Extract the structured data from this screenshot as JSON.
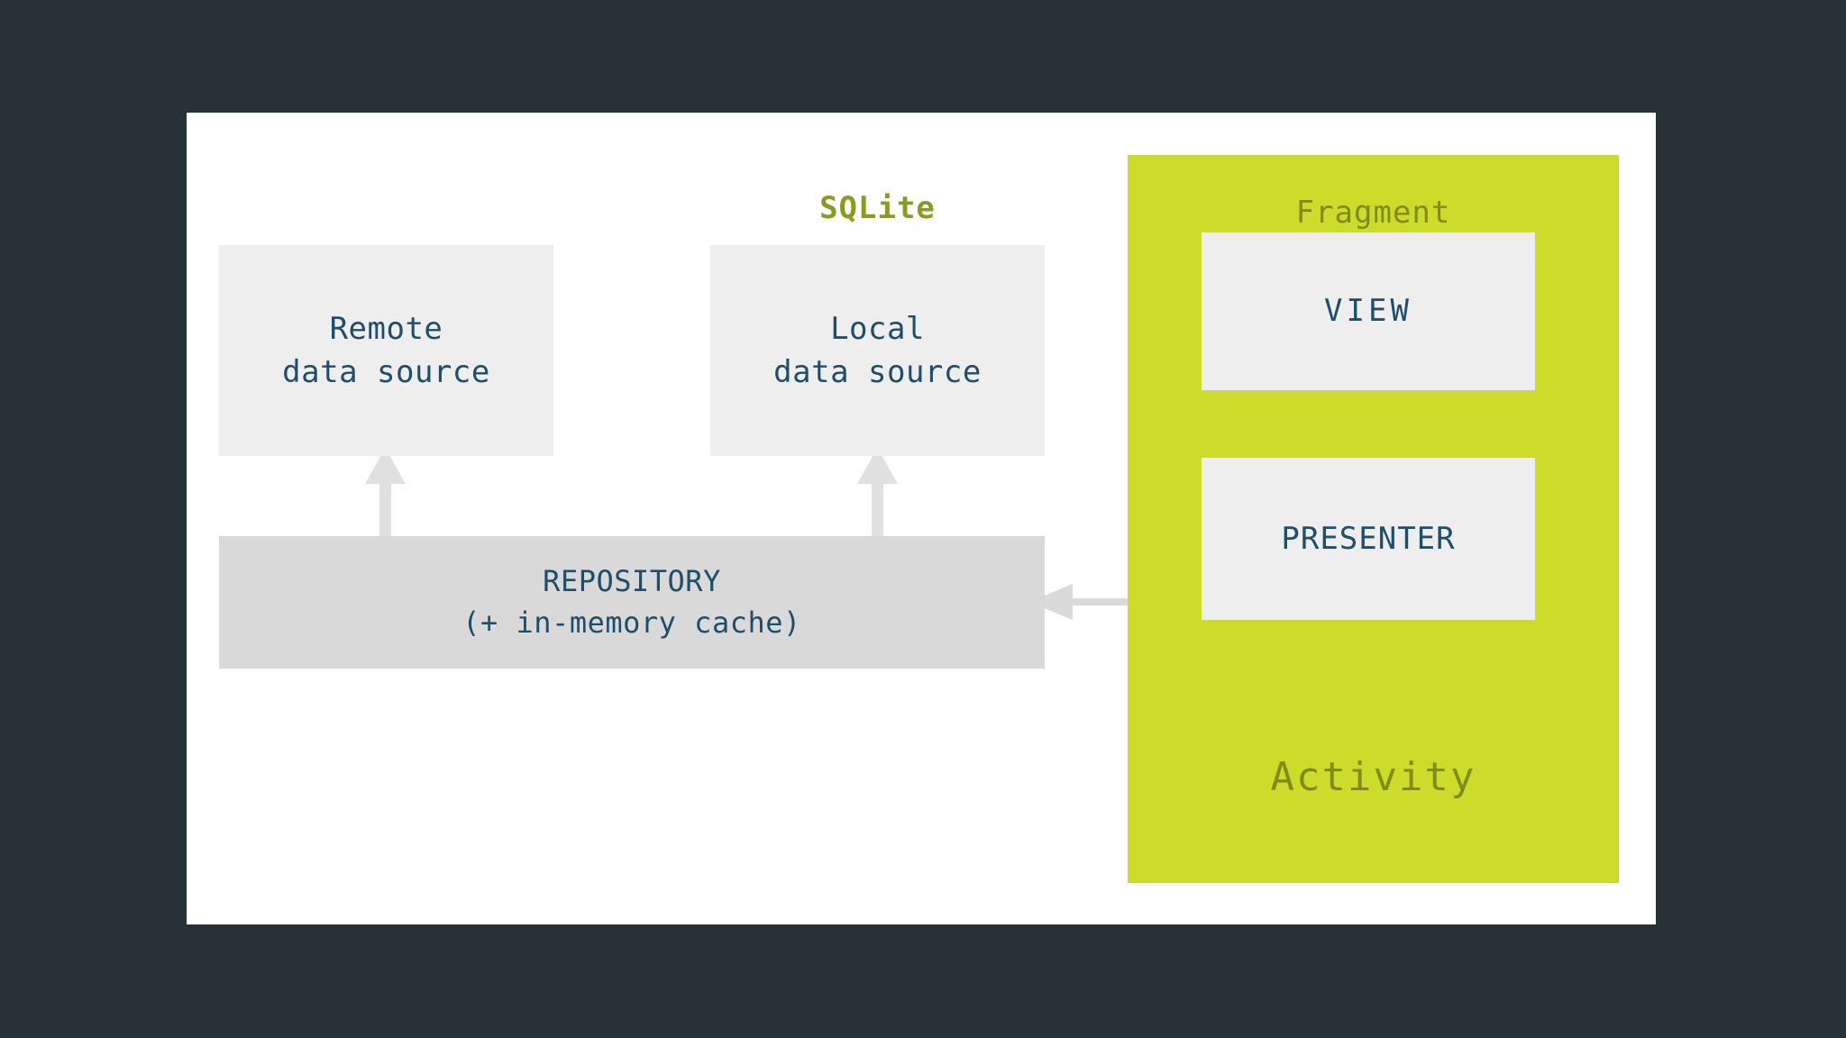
{
  "canvas": {
    "background_color": "#263238",
    "card_color": "#ffffff"
  },
  "diagram": {
    "title_present": false,
    "type": "android-mvp-architecture-diagram",
    "colors": {
      "panel_lime": "#cddc2b",
      "node_light_gray": "#eeeeef",
      "node_mid_gray": "#d9d9d9",
      "text_navy": "#1f4e6b",
      "text_olive": "#7f8c1c",
      "label_olive": "#8a9a24",
      "arrow_gray": "#dcdcdc"
    },
    "nodes": {
      "remote_data_source": {
        "line1": "Remote",
        "line2": "data source"
      },
      "local_data_source": {
        "line1": "Local",
        "line2": "data source"
      },
      "sqlite_label": "SQLite",
      "repository": {
        "line1": "REPOSITORY",
        "line2": "(+ in-memory cache)"
      },
      "fragment_label": "Fragment",
      "activity_label": "Activity",
      "view": "VIEW",
      "presenter": "PRESENTER"
    },
    "edges": [
      {
        "id": "repository-to-remote",
        "from": "repository",
        "to": "remote_data_source",
        "direction": "up",
        "arrowheads": 1
      },
      {
        "id": "repository-to-local",
        "from": "repository",
        "to": "local_data_source",
        "direction": "up",
        "arrowheads": 1
      },
      {
        "id": "repository-presenter",
        "from": "repository",
        "to": "presenter",
        "direction": "bidirectional",
        "arrowheads": 2
      },
      {
        "id": "view-to-presenter",
        "from": "view",
        "to": "presenter",
        "direction": "down",
        "arrowheads": 1
      },
      {
        "id": "presenter-to-view",
        "from": "presenter",
        "to": "view",
        "direction": "up",
        "arrowheads": 1
      }
    ]
  }
}
